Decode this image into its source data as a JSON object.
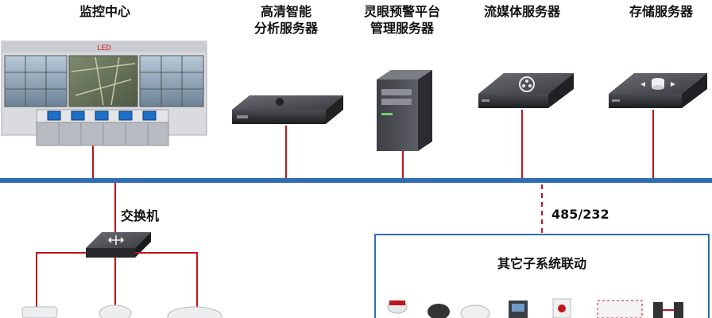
{
  "nodes": {
    "monitor_center": "监控中心",
    "hd_server_line1": "高清智能",
    "hd_server_line2": "分析服务器",
    "alarm_platform_line1": "灵眼预警平台",
    "alarm_platform_line2": "管理服务器",
    "streaming_server": "流媒体服务器",
    "storage_server": "存储服务器",
    "switch": "交换机",
    "protocol": "485/232",
    "subsystem_linkage": "其它子系统联动"
  },
  "videowall_label": "LED",
  "colors": {
    "backbone": "#2f6db3",
    "link": "#c0141c",
    "box_border": "#2f6db3",
    "device_dark": "#2b2d31",
    "screen_blue": "#1e6fc8"
  },
  "icons": {
    "streaming": "film-reel-icon",
    "storage": "database-icon",
    "switch": "network-switch-icon"
  }
}
